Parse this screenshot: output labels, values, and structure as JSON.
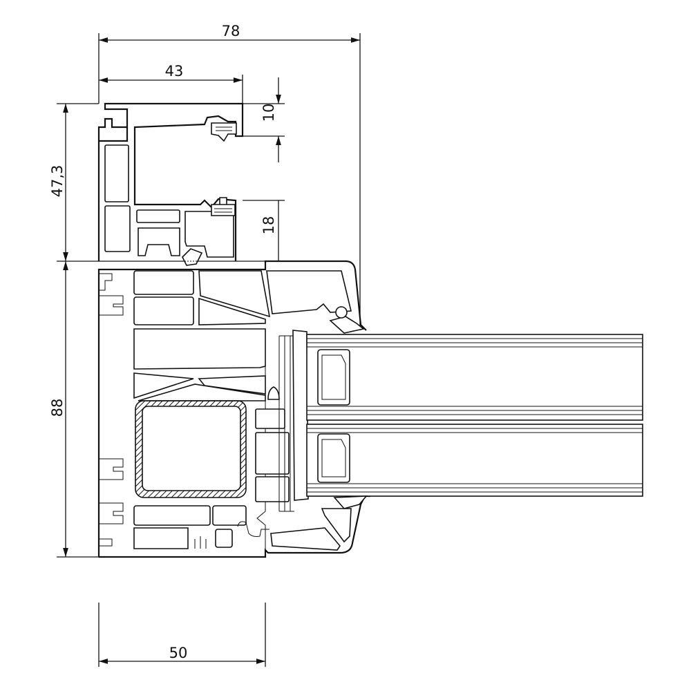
{
  "dimensions": {
    "overall_width": "78",
    "sash_width": "43",
    "top_rebate": "10",
    "sash_height": "47,3",
    "lower_rebate": "18",
    "frame_height": "88",
    "frame_depth": "50"
  }
}
